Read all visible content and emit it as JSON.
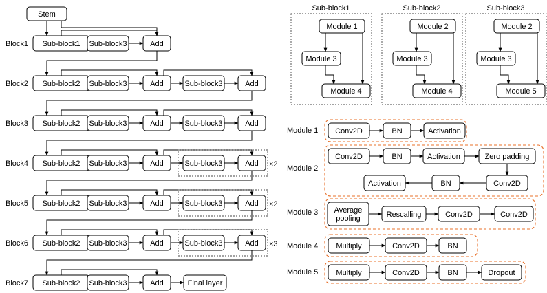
{
  "left": {
    "stem": "Stem",
    "rows": [
      {
        "label": "Block1",
        "nodes": [
          "Sub-block1",
          "Sub-block3",
          "Add"
        ]
      },
      {
        "label": "Block2",
        "nodes": [
          "Sub-block2",
          "Sub-block3",
          "Add",
          "Sub-block3",
          "Add"
        ]
      },
      {
        "label": "Block3",
        "nodes": [
          "Sub-block2",
          "Sub-block3",
          "Add",
          "Sub-block3",
          "Add"
        ]
      },
      {
        "label": "Block4",
        "nodes": [
          "Sub-block2",
          "Sub-block3",
          "Add",
          "Sub-block3",
          "Add"
        ],
        "repeat": "×2"
      },
      {
        "label": "Block5",
        "nodes": [
          "Sub-block2",
          "Sub-block3",
          "Add",
          "Sub-block3",
          "Add"
        ],
        "repeat": "×2"
      },
      {
        "label": "Block6",
        "nodes": [
          "Sub-block2",
          "Sub-block3",
          "Add",
          "Sub-block3",
          "Add"
        ],
        "repeat": "×3"
      },
      {
        "label": "Block7",
        "nodes": [
          "Sub-block2",
          "Sub-block3",
          "Add",
          "Final layer"
        ]
      }
    ]
  },
  "subblocks": [
    {
      "title": "Sub-block1",
      "top": "Module 1",
      "mid": "Module 3",
      "bottom": "Module 4"
    },
    {
      "title": "Sub-block2",
      "top": "Module 2",
      "mid": "Module 3",
      "bottom": "Module 4"
    },
    {
      "title": "Sub-block3",
      "top": "Module 2",
      "mid": "Module 3",
      "bottom": "Module 5"
    }
  ],
  "modules": [
    {
      "label": "Module 1",
      "nodes": [
        "Conv2D",
        "BN",
        "Activation"
      ]
    },
    {
      "label": "Module 2",
      "nodes": [
        "Conv2D",
        "BN",
        "Activation",
        "Zero padding",
        "Conv2D",
        "BN",
        "Activation"
      ]
    },
    {
      "label": "Module 3",
      "nodes": [
        "Average pooling",
        "Rescalling",
        "Conv2D",
        "Conv2D"
      ]
    },
    {
      "label": "Module 4",
      "nodes": [
        "Multiply",
        "Conv2D",
        "BN"
      ]
    },
    {
      "label": "Module 5",
      "nodes": [
        "Multiply",
        "Conv2D",
        "BN",
        "Dropout"
      ]
    }
  ]
}
